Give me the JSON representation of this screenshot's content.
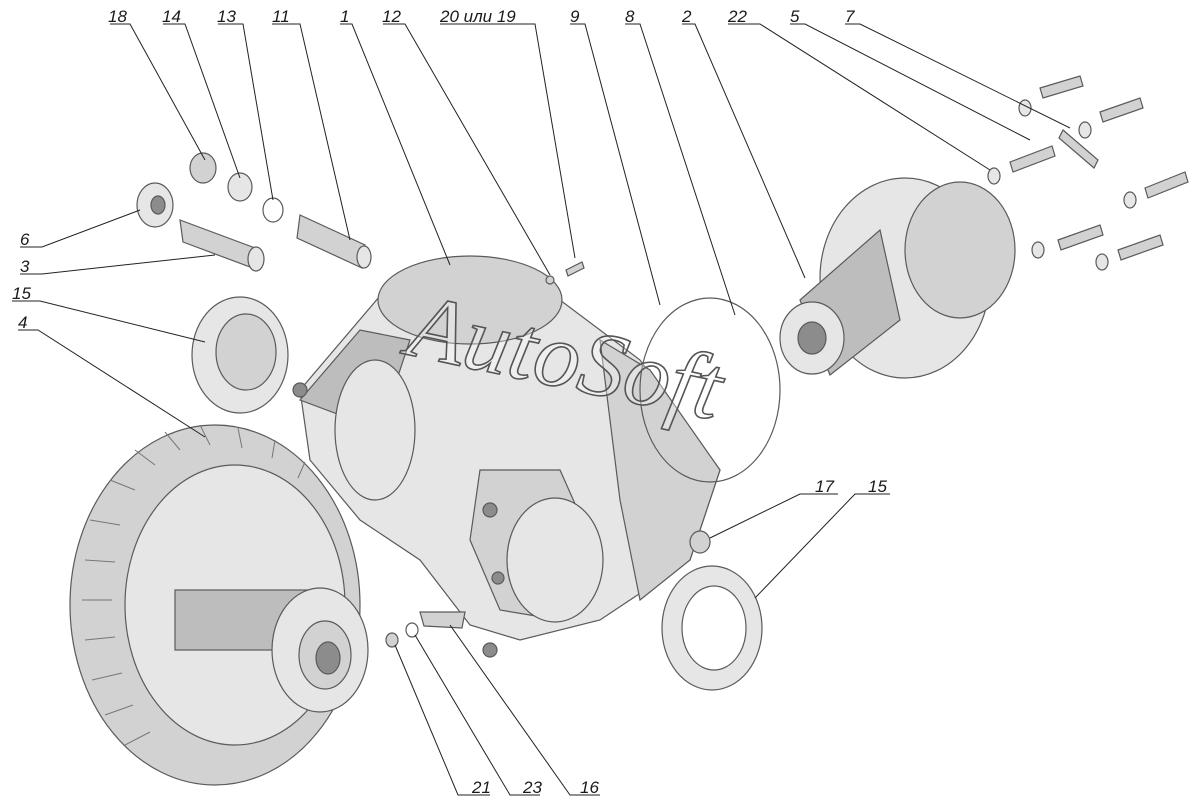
{
  "watermark": "AutoSoft",
  "callouts": [
    {
      "id": "18",
      "label": "18"
    },
    {
      "id": "14",
      "label": "14"
    },
    {
      "id": "13",
      "label": "13"
    },
    {
      "id": "11",
      "label": "11"
    },
    {
      "id": "1",
      "label": "1"
    },
    {
      "id": "12",
      "label": "12"
    },
    {
      "id": "20or19",
      "label": "20 или 19"
    },
    {
      "id": "9",
      "label": "9"
    },
    {
      "id": "8",
      "label": "8"
    },
    {
      "id": "2",
      "label": "2"
    },
    {
      "id": "22",
      "label": "22"
    },
    {
      "id": "5",
      "label": "5"
    },
    {
      "id": "7",
      "label": "7"
    },
    {
      "id": "6",
      "label": "6"
    },
    {
      "id": "3",
      "label": "3"
    },
    {
      "id": "15a",
      "label": "15"
    },
    {
      "id": "4",
      "label": "4"
    },
    {
      "id": "17",
      "label": "17"
    },
    {
      "id": "15b",
      "label": "15"
    },
    {
      "id": "21",
      "label": "21"
    },
    {
      "id": "23",
      "label": "23"
    },
    {
      "id": "16",
      "label": "16"
    }
  ]
}
